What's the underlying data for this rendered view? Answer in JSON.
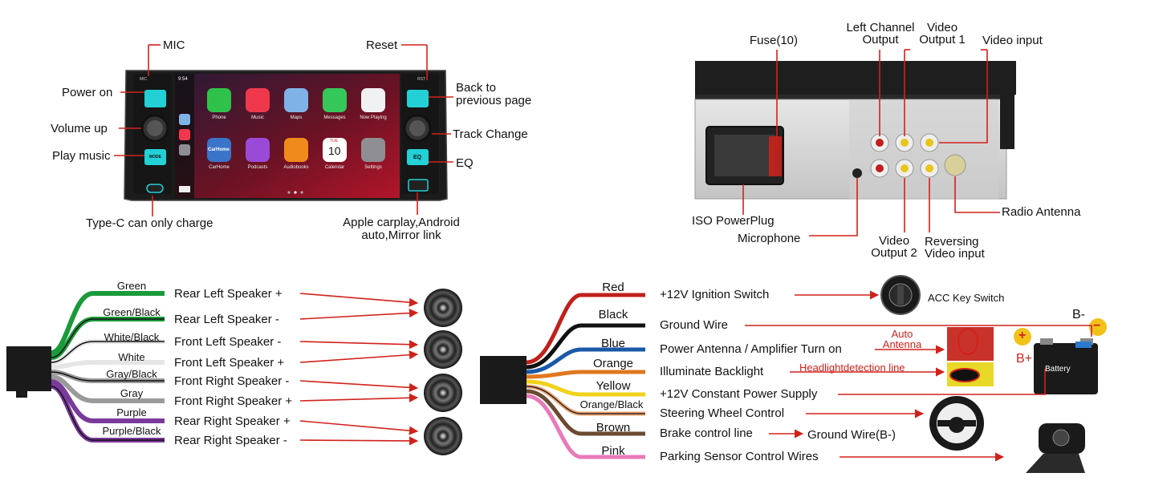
{
  "head_unit": {
    "callouts": {
      "mic": "MIC",
      "reset": "Reset",
      "power_on": "Power on",
      "back": "Back to\nprevious page",
      "volume_up": "Volume up",
      "track_change": "Track Change",
      "play_music": "Play music",
      "eq": "EQ",
      "type_c": "Type-C can only charge",
      "carplay": "Apple carplay,Android\nauto,Mirror link"
    },
    "screen": {
      "time": "9:54",
      "mic_tag": "MIC",
      "rst_tag": "RST",
      "mode_button": "MODE",
      "eq_button": "EQ",
      "apps": [
        {
          "name": "Phone",
          "color": "#2fc24a"
        },
        {
          "name": "Music",
          "color": "#f0384d"
        },
        {
          "name": "Maps",
          "color": "#7fb3e8"
        },
        {
          "name": "Messages",
          "color": "#35c759"
        },
        {
          "name": "Now Playing",
          "color": "#f1f1f3"
        },
        {
          "name": "CarHome",
          "color": "#3a74c9"
        },
        {
          "name": "Podcasts",
          "color": "#9b4ad8"
        },
        {
          "name": "Audiobooks",
          "color": "#f08a1c"
        },
        {
          "name": "Calendar",
          "color": "#ffffff"
        },
        {
          "name": "Settings",
          "color": "#8e8e93"
        }
      ],
      "calendar_day": "TUE",
      "calendar_date": "10",
      "carhome_text": "CarHome"
    }
  },
  "rear_panel": {
    "callouts": {
      "fuse": "Fuse(10)",
      "left_channel": "Left Channel\nOutput",
      "video_output_1": "Video\nOutput 1",
      "video_input": "Video input",
      "iso_powerplug": "ISO PowerPlug",
      "microphone": "Microphone",
      "video_output_2": "Video\nOutput 2",
      "reversing_video": "Reversing\nVideo input",
      "radio_antenna": "Radio Antenna"
    }
  },
  "speaker_harness": {
    "wires": [
      {
        "color_name": "Green",
        "function": "Rear Left Speaker +",
        "hex": "#1a9a3a",
        "stripe": ""
      },
      {
        "color_name": "Green/Black",
        "function": "Rear Left Speaker -",
        "hex": "#1a9a3a",
        "stripe": "#111111"
      },
      {
        "color_name": "White/Black",
        "function": "Front Left Speaker -",
        "hex": "#e6e6e6",
        "stripe": "#111111"
      },
      {
        "color_name": "White",
        "function": "Front Left Speaker +",
        "hex": "#e6e6e6",
        "stripe": ""
      },
      {
        "color_name": "Gray/Black",
        "function": "Front Right Speaker -",
        "hex": "#9a9a9a",
        "stripe": "#111111"
      },
      {
        "color_name": "Gray",
        "function": "Front Right Speaker +",
        "hex": "#9a9a9a",
        "stripe": ""
      },
      {
        "color_name": "Purple",
        "function": "Rear Right Speaker +",
        "hex": "#7a3a9a",
        "stripe": ""
      },
      {
        "color_name": "Purple/Black",
        "function": "Rear Right Speaker -",
        "hex": "#7a3a9a",
        "stripe": "#111111"
      }
    ]
  },
  "power_harness": {
    "wires": [
      {
        "color_name": "Red",
        "function": "+12V Ignition Switch",
        "hex": "#c0201c",
        "stripe": ""
      },
      {
        "color_name": "Black",
        "function": "Ground Wire",
        "hex": "#111111",
        "stripe": ""
      },
      {
        "color_name": "Blue",
        "function": "Power Antenna / Amplifier Turn on",
        "hex": "#1a58a8",
        "stripe": ""
      },
      {
        "color_name": "Orange",
        "function": "Illuminate Backlight",
        "hex": "#e07820",
        "stripe": ""
      },
      {
        "color_name": "Yellow",
        "function": "+12V Constant Power Supply",
        "hex": "#f0d21a",
        "stripe": ""
      },
      {
        "color_name": "Orange/Black",
        "function": "Steering Wheel Control",
        "hex": "#e8a070",
        "stripe": "#111111"
      },
      {
        "color_name": "Brown",
        "function": "Brake control line",
        "hex": "#6a4a30",
        "stripe": ""
      },
      {
        "color_name": "Pink",
        "function": "Parking Sensor Control Wires",
        "hex": "#e87ab8",
        "stripe": ""
      }
    ],
    "acc_key_switch": "ACC Key Switch",
    "auto_antenna": "Auto\nAntenna",
    "headlight_detection": "Headlightdetection line",
    "ground_wire_b": "Ground Wire(B-)",
    "battery_label": "Battery",
    "b_minus": "B-",
    "b_plus": "B+",
    "plus_sign": "+",
    "minus_sign": "−"
  }
}
